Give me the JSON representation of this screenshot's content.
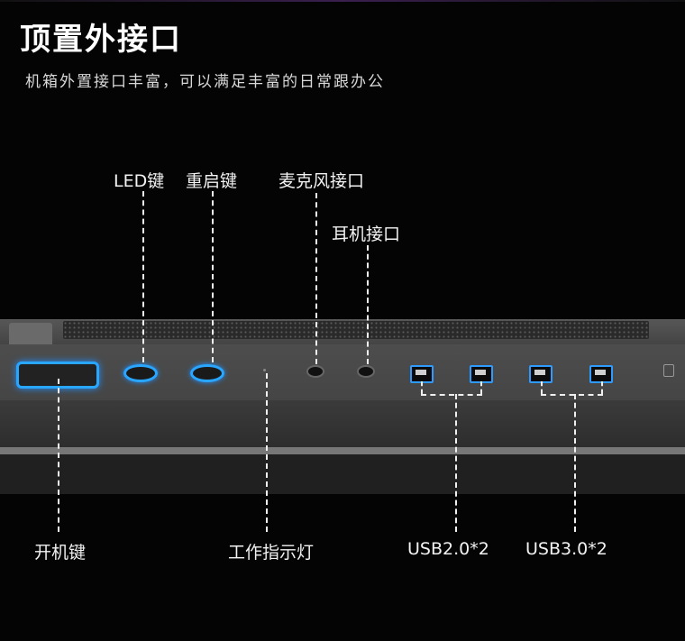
{
  "heading": {
    "title": "顶置外接口",
    "subtitle": "机箱外置接口丰富，可以满足丰富的日常跟办公"
  },
  "labels": {
    "led": "LED键",
    "restart": "重启键",
    "mic": "麦克风接口",
    "headphone": "耳机接口",
    "power": "开机键",
    "indicator": "工作指示灯",
    "usb2": "USB2.0*2",
    "usb3": "USB3.0*2"
  },
  "colors": {
    "background": "#040404",
    "accent_led": "#29a6ff",
    "text": "#ffffff"
  }
}
